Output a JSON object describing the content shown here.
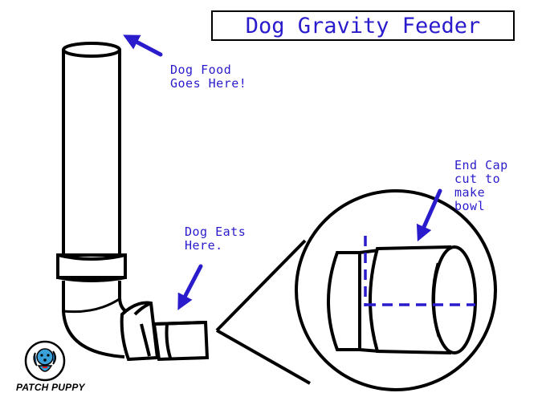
{
  "title": "Dog Gravity Feeder",
  "labels": {
    "food": [
      "Dog Food",
      "Goes Here!"
    ],
    "eats": [
      "Dog Eats",
      "Here."
    ],
    "endcap": [
      "End Cap",
      "cut to",
      "make",
      "bowl"
    ]
  },
  "logo": {
    "text": "PATCH PUPPY",
    "icon": "puppy-logo-icon"
  },
  "colors": {
    "annotation": "#2a1ccc",
    "outline": "#000000",
    "logo_accent": "#3aa0d8"
  }
}
